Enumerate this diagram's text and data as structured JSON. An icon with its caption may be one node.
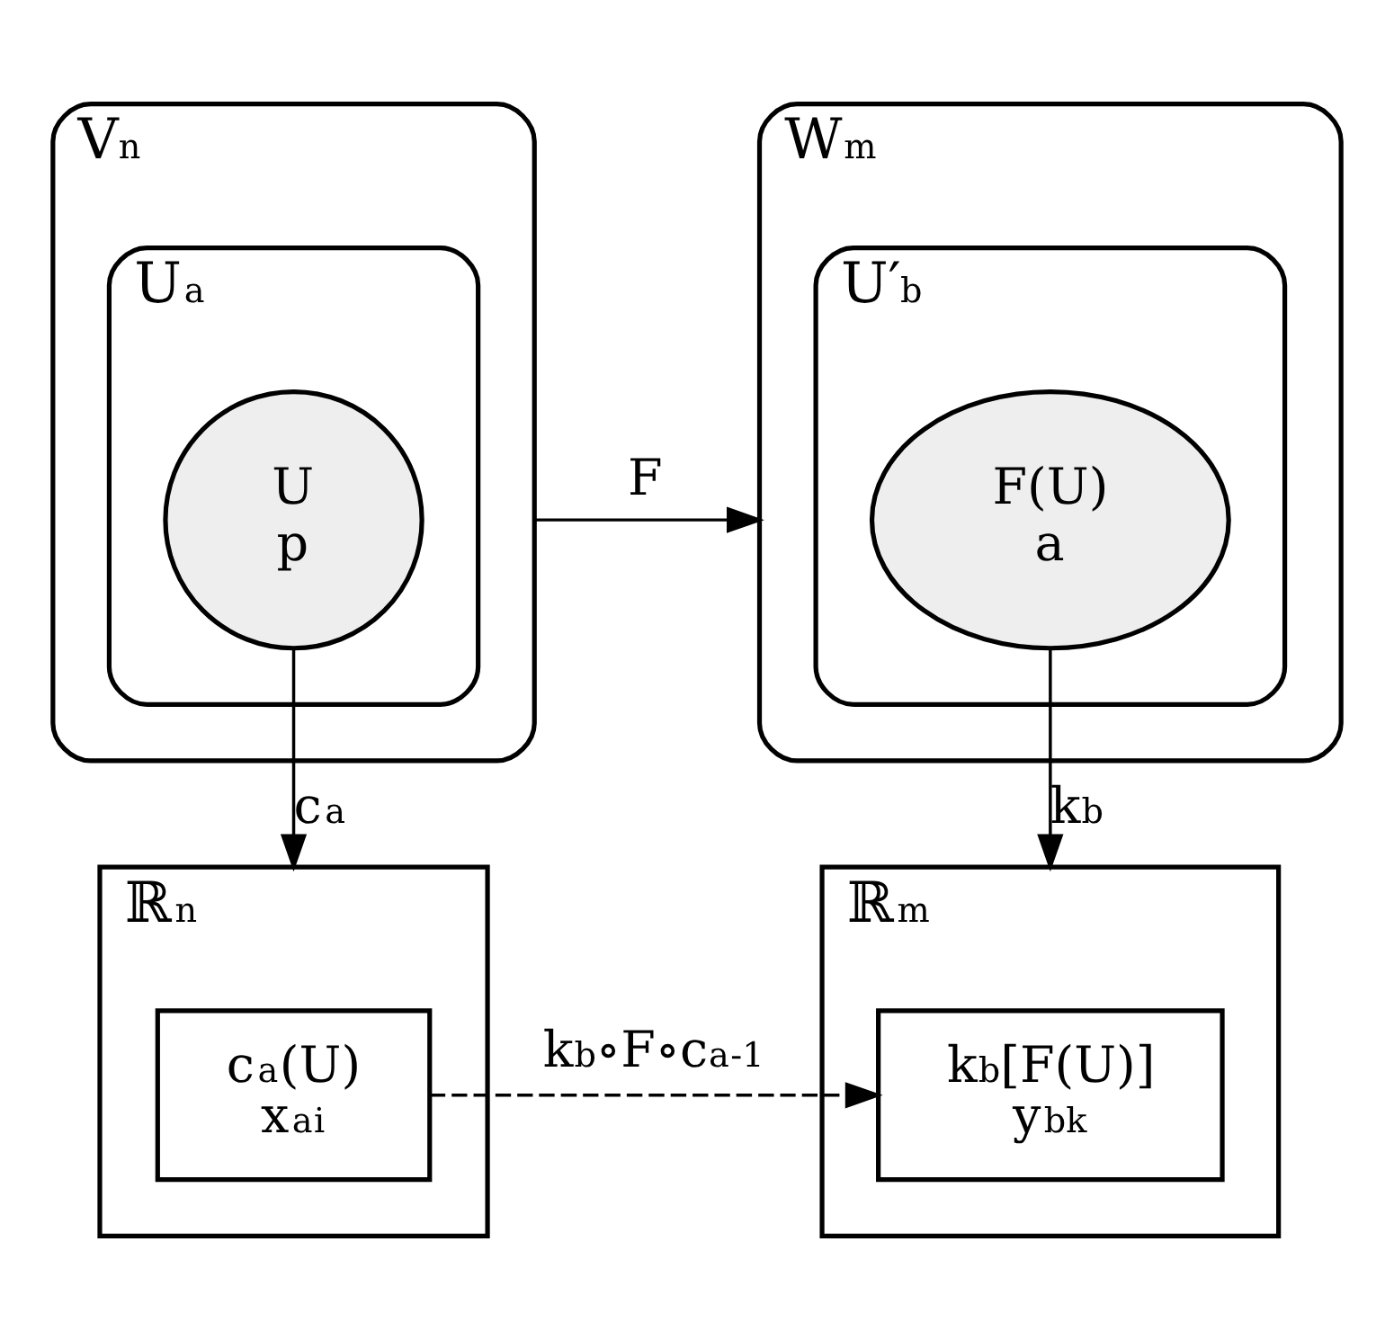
{
  "diagram": {
    "nodes": [
      {
        "text": [
          "V$_{n}$"
        ]
      },
      {
        "text": [
          "U$_{a}$"
        ],
        "in": 0
      },
      {
        "text": [
          "U",
          "p"
        ],
        "in": 1
      },
      {
        "text": [
          "W$_{m}$"
        ]
      },
      {
        "text": [
          "U′$_{b}$"
        ],
        "in": 3
      },
      {
        "text": [
          "F(U)",
          "a"
        ],
        "in": 4
      },
      {
        "text": [
          "ℝ$^{n}$"
        ]
      },
      {
        "text": [
          "c$_{a}$(U)",
          "x$_{a}$$^{i}$"
        ],
        "in": 6
      },
      {
        "text": [
          "ℝ$^{m}$"
        ]
      },
      {
        "text": [
          "k$_{b}$[F(U)]",
          "y$_{b}$$^{k}$"
        ],
        "in": 8
      }
    ],
    "edges": [
      {
        "from": 0,
        "to": 3,
        "arrow": "to",
        "label": "F"
      },
      {
        "from": 2,
        "to": 6,
        "arrow": "to",
        "label": "c$_{a}$"
      },
      {
        "from": 5,
        "to": 8,
        "arrow": "to",
        "label": "k$_{b}$"
      },
      {
        "from": 7,
        "to": 9,
        "arrow": "to",
        "label": "k$_{b}$∘F∘c$_{a}$$^{-1}$",
        "style": "dashed"
      }
    ]
  }
}
